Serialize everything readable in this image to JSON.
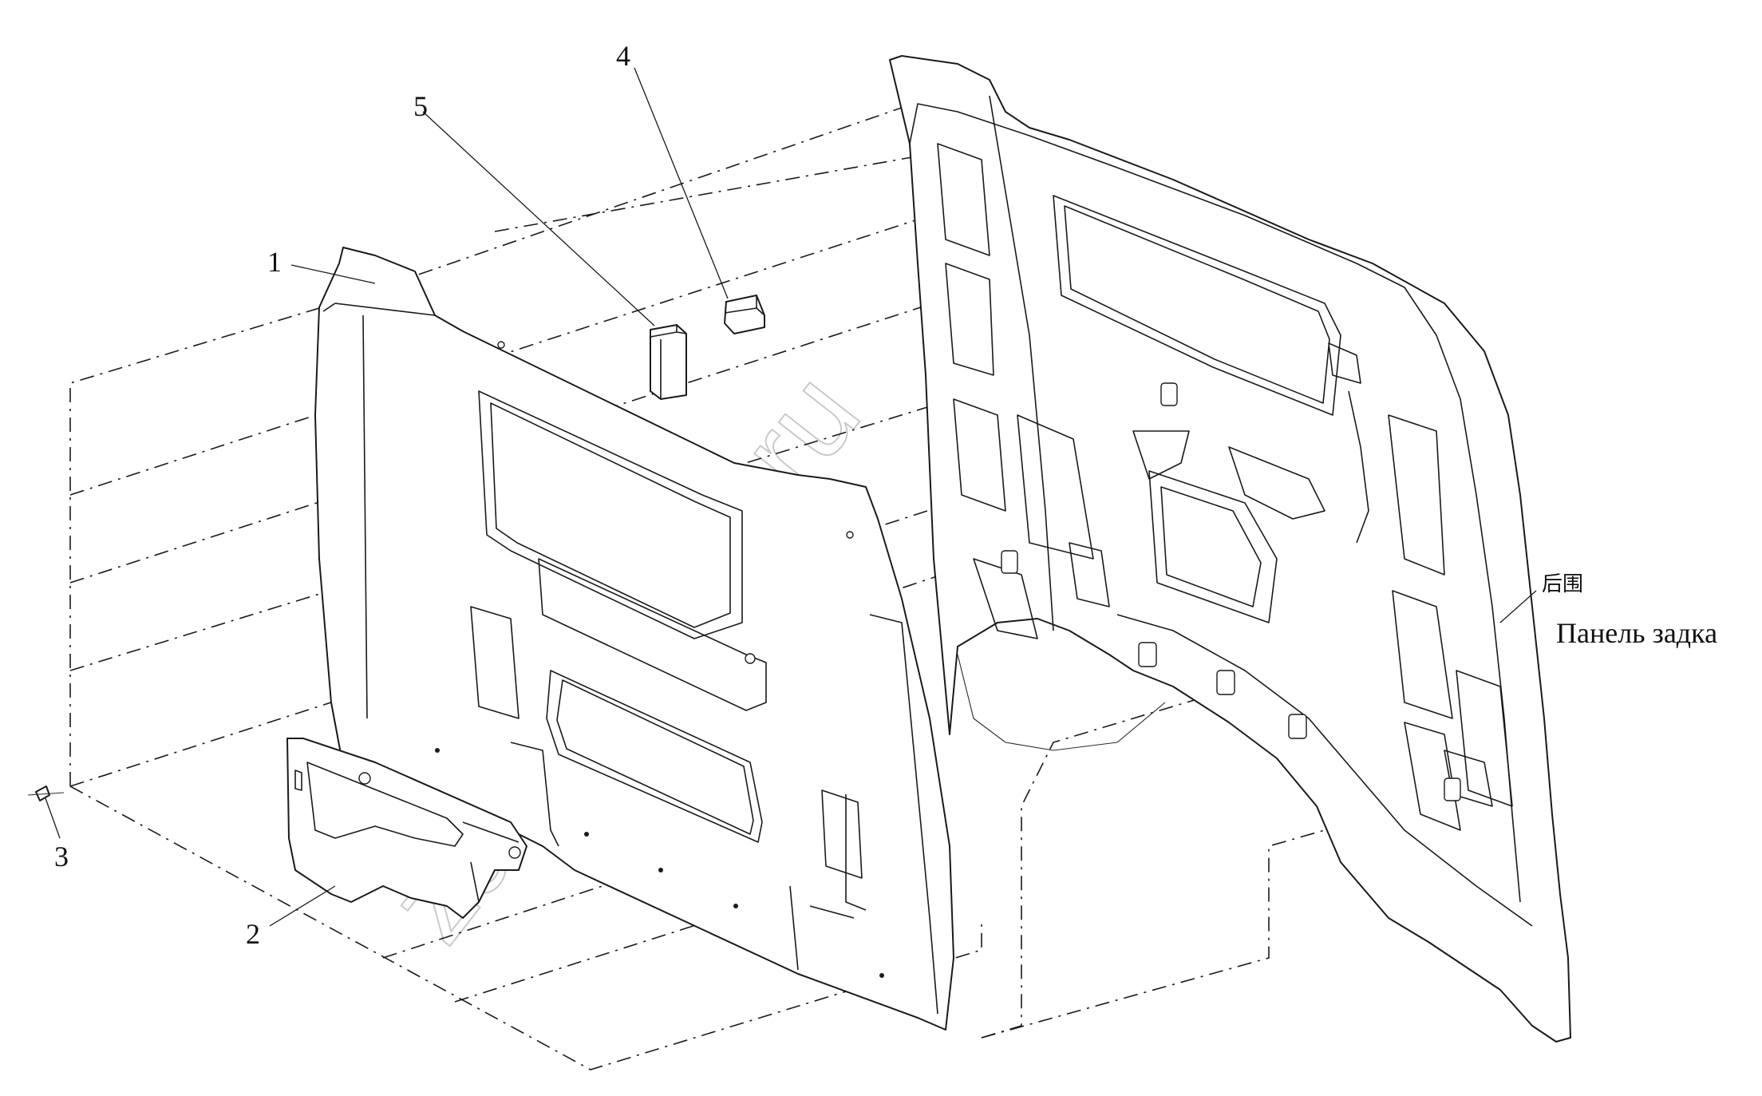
{
  "diagram": {
    "callouts": [
      {
        "id": "1",
        "label": "1"
      },
      {
        "id": "2",
        "label": "2"
      },
      {
        "id": "3",
        "label": "3"
      },
      {
        "id": "4",
        "label": "4"
      },
      {
        "id": "5",
        "label": "5"
      }
    ],
    "rear_panel": {
      "label_cn": "后围",
      "label_ru": "Панель задка"
    },
    "watermark": "zaoglyavo.ru",
    "colors": {
      "line": "#1a1a1a",
      "background": "#ffffff",
      "watermark": "#c9c9c9"
    }
  }
}
